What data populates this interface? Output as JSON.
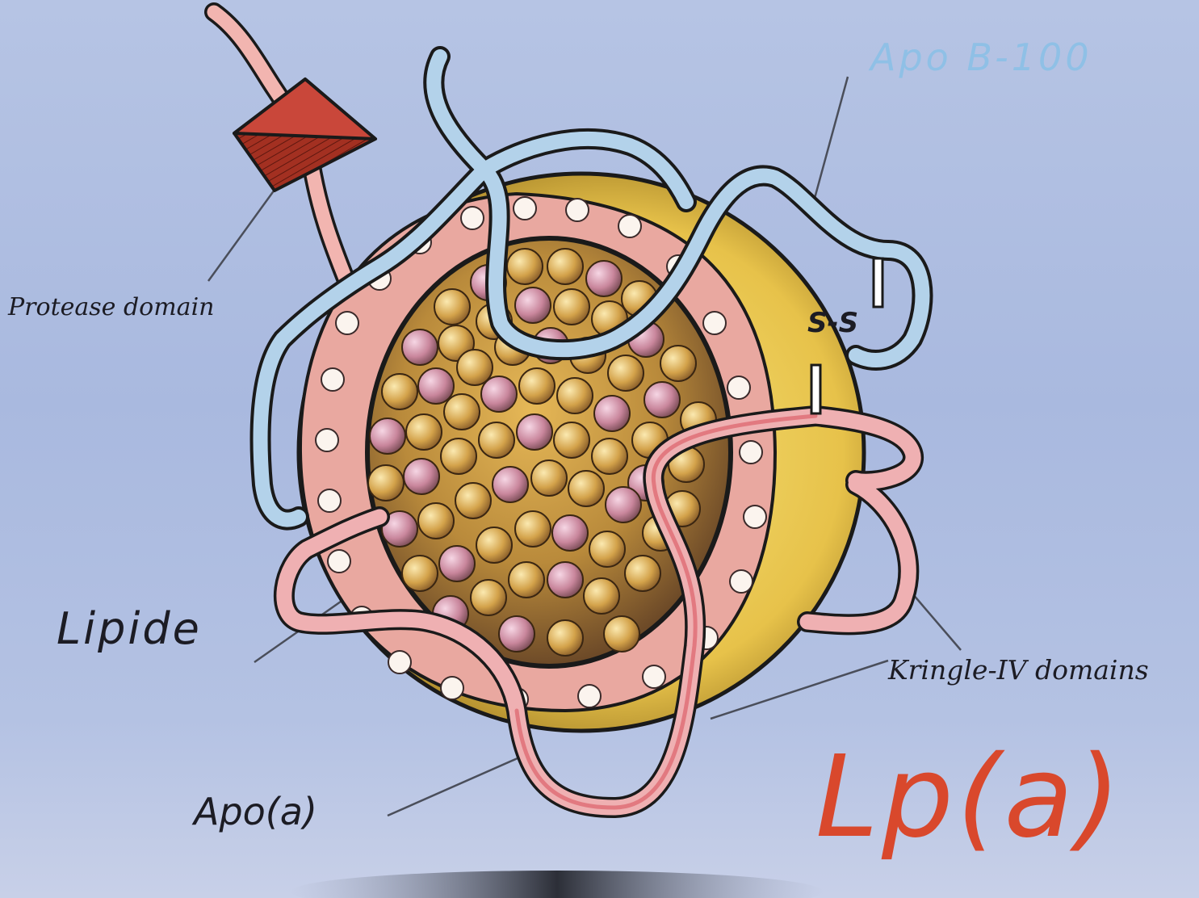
{
  "labels": {
    "protease": "Protease domain",
    "apob": "Apo B-100",
    "disulfide": "S-S",
    "lipide": "Lipide",
    "kringle": "Kringle-IV domains",
    "apoa": "Apo(a)"
  },
  "title": "Lp(a)",
  "colors": {
    "background": "#aebde0",
    "apob_strand": "#a7c9e4",
    "apoa_strand": "#e9a3a6",
    "protease_domain": "#c0392b",
    "lipid_core": "#c9a043",
    "shell": "#e7c24a",
    "title": "#d9482c"
  }
}
